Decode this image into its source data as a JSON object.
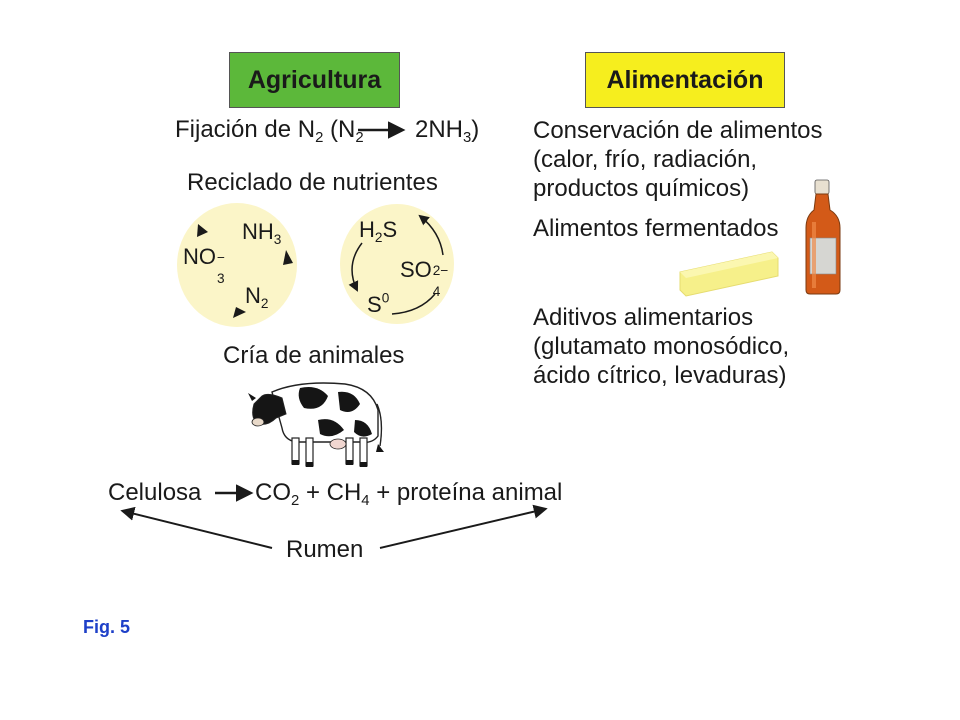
{
  "agricultura": {
    "header": "Agricultura",
    "fijacion": {
      "label": "Fijación de N",
      "s1": "2",
      "open": " (N",
      "s2": "2",
      "product": "2NH",
      "s3": "3",
      "close": ")"
    },
    "reciclado": "Reciclado de nutrientes",
    "nitrogen_cycle": {
      "nh3": "NH",
      "nh3_sub": "3",
      "no3": "NO",
      "no3_sub": "3",
      "no3_sup": "−",
      "n2": "N",
      "n2_sub": "2"
    },
    "sulfur_cycle": {
      "h2s_a": "H",
      "h2s_sub": "2",
      "h2s_b": "S",
      "so4": "SO",
      "so4_sub": "4",
      "so4_sup": "2−",
      "s0": "S",
      "s0_sup": "0"
    },
    "cria": "Cría de animales",
    "rumen_eq": {
      "celulosa": "Celulosa",
      "co2": "CO",
      "co2_sub": "2",
      "plus1": " + CH",
      "ch4_sub": "4",
      "rest": " + proteína animal"
    },
    "rumen": "Rumen"
  },
  "alimentacion": {
    "header": "Alimentación",
    "conservacion": [
      "Conservación de alimentos",
      "(calor, frío, radiación,",
      "productos químicos)"
    ],
    "fermentados": "Alimentos fermentados",
    "aditivos": [
      "Aditivos alimentarios",
      "(glutamato monosódico,",
      "ácido cítrico, levaduras)"
    ]
  },
  "fig_label": "Fig. 5",
  "colors": {
    "agricultura_header": "#5cb83a",
    "alimentacion_header": "#f6ee1e",
    "cycle_background": "#fbf5c8",
    "fig_label": "#1e40c8"
  }
}
